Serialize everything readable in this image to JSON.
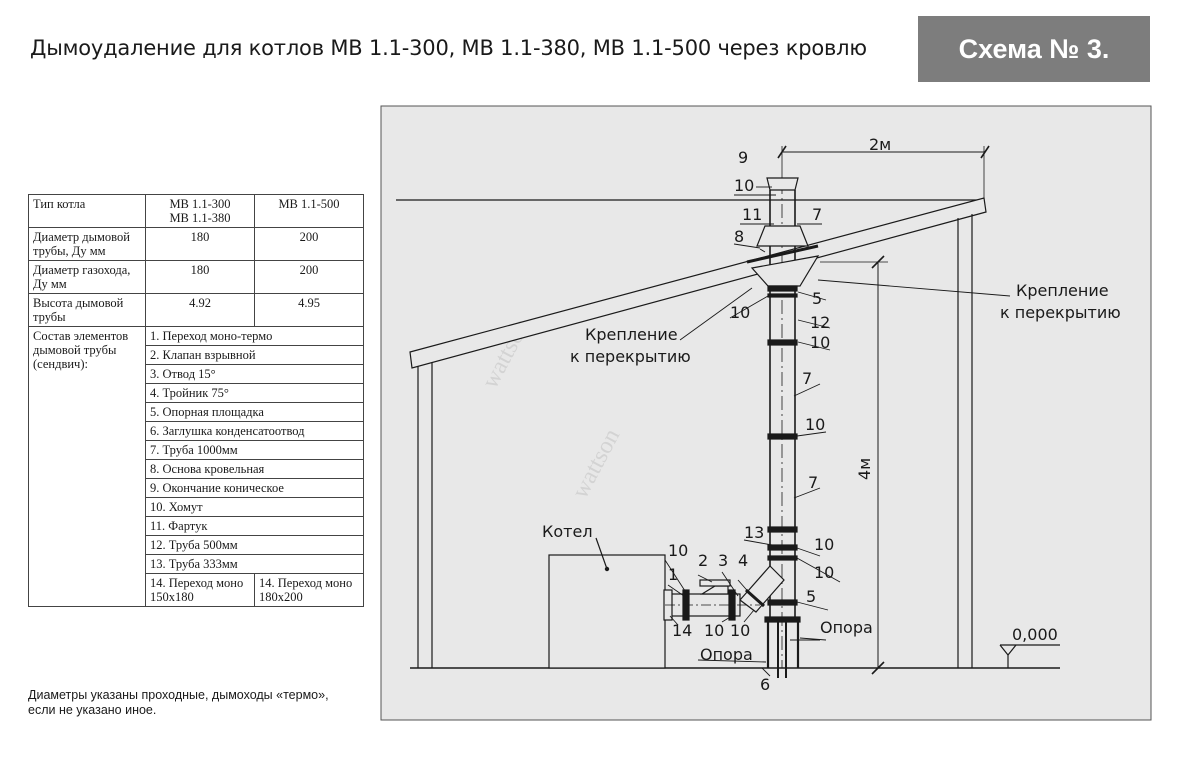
{
  "header": {
    "title": "Дымоудаление для котлов МВ 1.1-300,  МВ 1.1-380, МВ 1.1-500 через кровлю",
    "scheme": "Схема № 3."
  },
  "table": {
    "rows": [
      {
        "label": "Тип котла",
        "a": "МВ 1.1-300\nМВ 1.1-380",
        "b": "МВ 1.1-500"
      },
      {
        "label": "Диаметр дымовой трубы, Ду мм",
        "a": "180",
        "b": "200"
      },
      {
        "label": "Диаметр газохода, Ду мм",
        "a": "180",
        "b": "200"
      },
      {
        "label": "Высота дымовой трубы",
        "a": "4.92",
        "b": "4.95"
      }
    ],
    "composition_label": "Состав элементов дымовой трубы (сендвич):",
    "items": [
      "1. Переход моно-термо",
      "2. Клапан взрывной",
      "3. Отвод 15°",
      "4. Тройник 75°",
      "5. Опорная площадка",
      "6. Заглушка конденсатоотвод",
      "7. Труба 1000мм",
      "8. Основа кровельная",
      "9. Окончание коническое",
      "10. Хомут",
      "11. Фартук",
      "12. Труба 500мм",
      "13. Труба 333мм"
    ],
    "last_a": "14. Переход моно 150х180",
    "last_b": "14. Переход моно 180х200"
  },
  "note": "Диаметры указаны проходные, дымоходы «термо», если не указано иное.",
  "drawing": {
    "dim_2m": "2м",
    "dim_4m": "4м",
    "level": "0,000",
    "boiler": "Котел",
    "support": "Опора",
    "support2": "Опора",
    "mount_right_1": "Крепление",
    "mount_right_2": "к перекрытию",
    "mount_left_1": "Крепление",
    "mount_left_2": "к перекрытию",
    "watermark": "wattson",
    "n9": "9",
    "n10a": "10",
    "n11": "11",
    "n7a": "7",
    "n8": "8",
    "n5a": "5",
    "n10b": "10",
    "n12": "12",
    "n10c": "10",
    "n7b": "7",
    "n10d": "10",
    "n7c": "7",
    "n13": "13",
    "n10e": "10",
    "n10f": "10",
    "n2": "2",
    "n3": "3",
    "n4": "4",
    "n1": "1",
    "n10g": "10",
    "n5b": "5",
    "n14": "14",
    "n10h": "10",
    "n10i": "10",
    "n6": "6"
  }
}
